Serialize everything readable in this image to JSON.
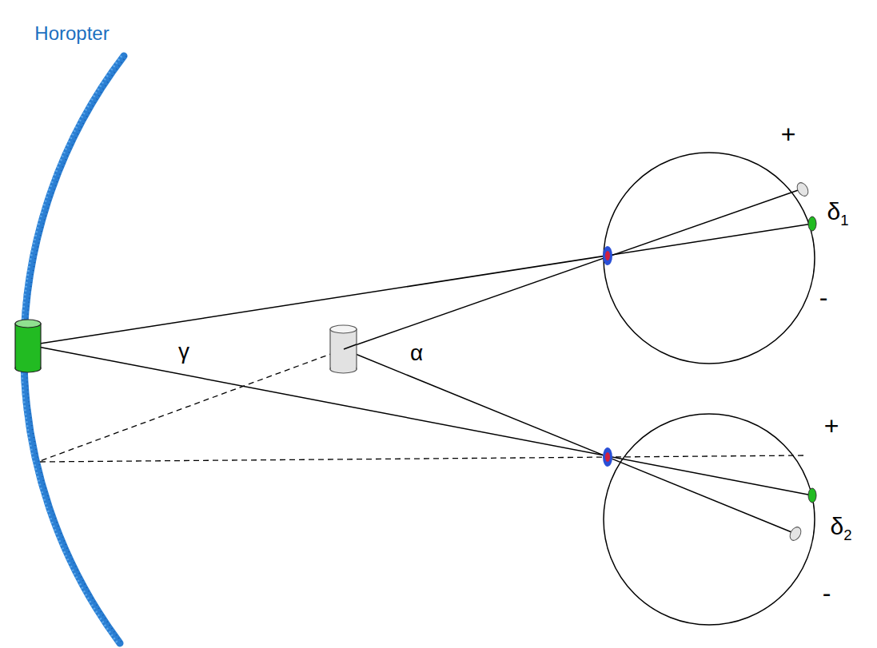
{
  "diagram": {
    "labels": [
      "Horopter",
      "+",
      "δ1",
      "-",
      "γ",
      "α",
      "+",
      "δ2",
      "-"
    ]
  }
}
